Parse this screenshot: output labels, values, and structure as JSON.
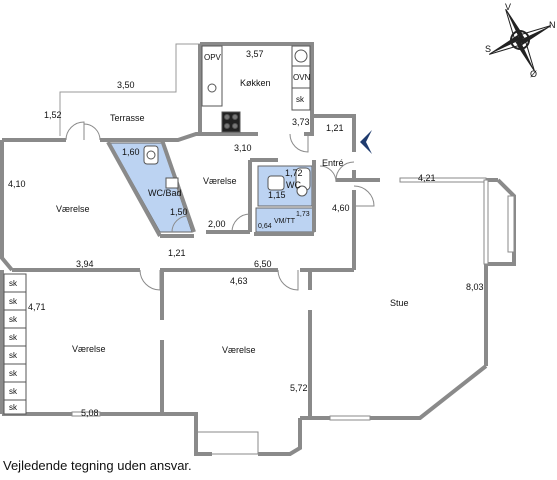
{
  "rooms": {
    "terrasse": "Terrasse",
    "kokken": "Køkken",
    "entre": "Entré",
    "wc_bad": "WC/Bad",
    "wc": "WC",
    "vaerelse_left": "Værelse",
    "vaerelse_mid": "Værelse",
    "vaerelse_bottom_left": "Værelse",
    "vaerelse_bottom_mid": "Værelse",
    "stue": "Stue"
  },
  "fixtures": {
    "opv": "OPV",
    "ovn": "OVN",
    "sk_kitchen": "sk",
    "vm_tt": "VM/TT",
    "closets": [
      "sk",
      "sk",
      "sk",
      "sk",
      "sk",
      "sk",
      "sk",
      "sk"
    ]
  },
  "dimensions": {
    "d_357": "3,57",
    "d_350": "3,50",
    "d_152": "1,52",
    "d_373": "3,73",
    "d_121_top": "1,21",
    "d_160": "1,60",
    "d_310": "3,10",
    "d_410": "4,10",
    "d_172": "1,72",
    "d_115": "1,15",
    "d_421": "4,21",
    "d_460": "4,60",
    "d_150": "1,50",
    "d_200": "2,00",
    "d_064": "0,64",
    "d_173": "1,73",
    "d_121_mid": "1,21",
    "d_394": "3,94",
    "d_650": "6,50",
    "d_463": "4,63",
    "d_803": "8,03",
    "d_471": "4,71",
    "d_572": "5,72",
    "d_508": "5,08"
  },
  "compass": {
    "n": "N",
    "v": "V",
    "s": "S",
    "o": "Ø"
  },
  "footer": {
    "disclaimer": "Vejledende tegning uden ansvar."
  },
  "colors": {
    "wet_room": "#bcd3f2",
    "wall": "#8a8a8a"
  }
}
